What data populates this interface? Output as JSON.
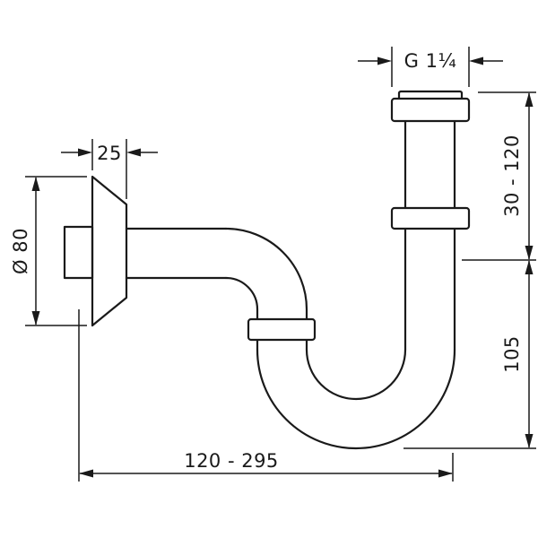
{
  "drawing": {
    "background": "#ffffff",
    "line_color": "#1a1a1a",
    "subject": "pipe-trap-technical-drawing",
    "dimensions": {
      "thread_size": "G 1¼",
      "inlet_height_range": "30 - 120",
      "trap_height": "105",
      "flange_depth": "25",
      "flange_diameter": "Ø 80",
      "reach_range": "120 - 295"
    }
  }
}
